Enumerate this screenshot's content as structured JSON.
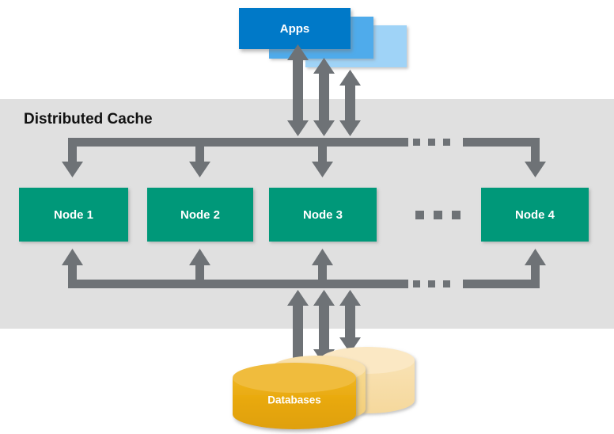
{
  "diagram": {
    "title_band": "Distributed Cache",
    "background_color": "#ffffff",
    "band_color": "#e0e0e0",
    "connector_color": "#6e7276",
    "apps": {
      "label": "Apps",
      "front_color": "#0079c8",
      "middle_color": "#4fabeb",
      "back_color": "#9fd3f7",
      "text_color": "#ffffff"
    },
    "nodes": [
      {
        "label": "Node 1",
        "color": "#009879"
      },
      {
        "label": "Node 2",
        "color": "#009879"
      },
      {
        "label": "Node 3",
        "color": "#009879"
      },
      {
        "label": "Node 4",
        "color": "#009879"
      }
    ],
    "ellipsis": {
      "nodes_row": "...",
      "top_bus": "...",
      "bottom_bus": "..."
    },
    "databases": {
      "label": "Databases",
      "front_color": "#e8a80c",
      "front_top_color": "#f0bc3c",
      "middle_color": "#f5d38a",
      "back_color": "#f7dda6",
      "text_color": "#ffffff"
    }
  }
}
